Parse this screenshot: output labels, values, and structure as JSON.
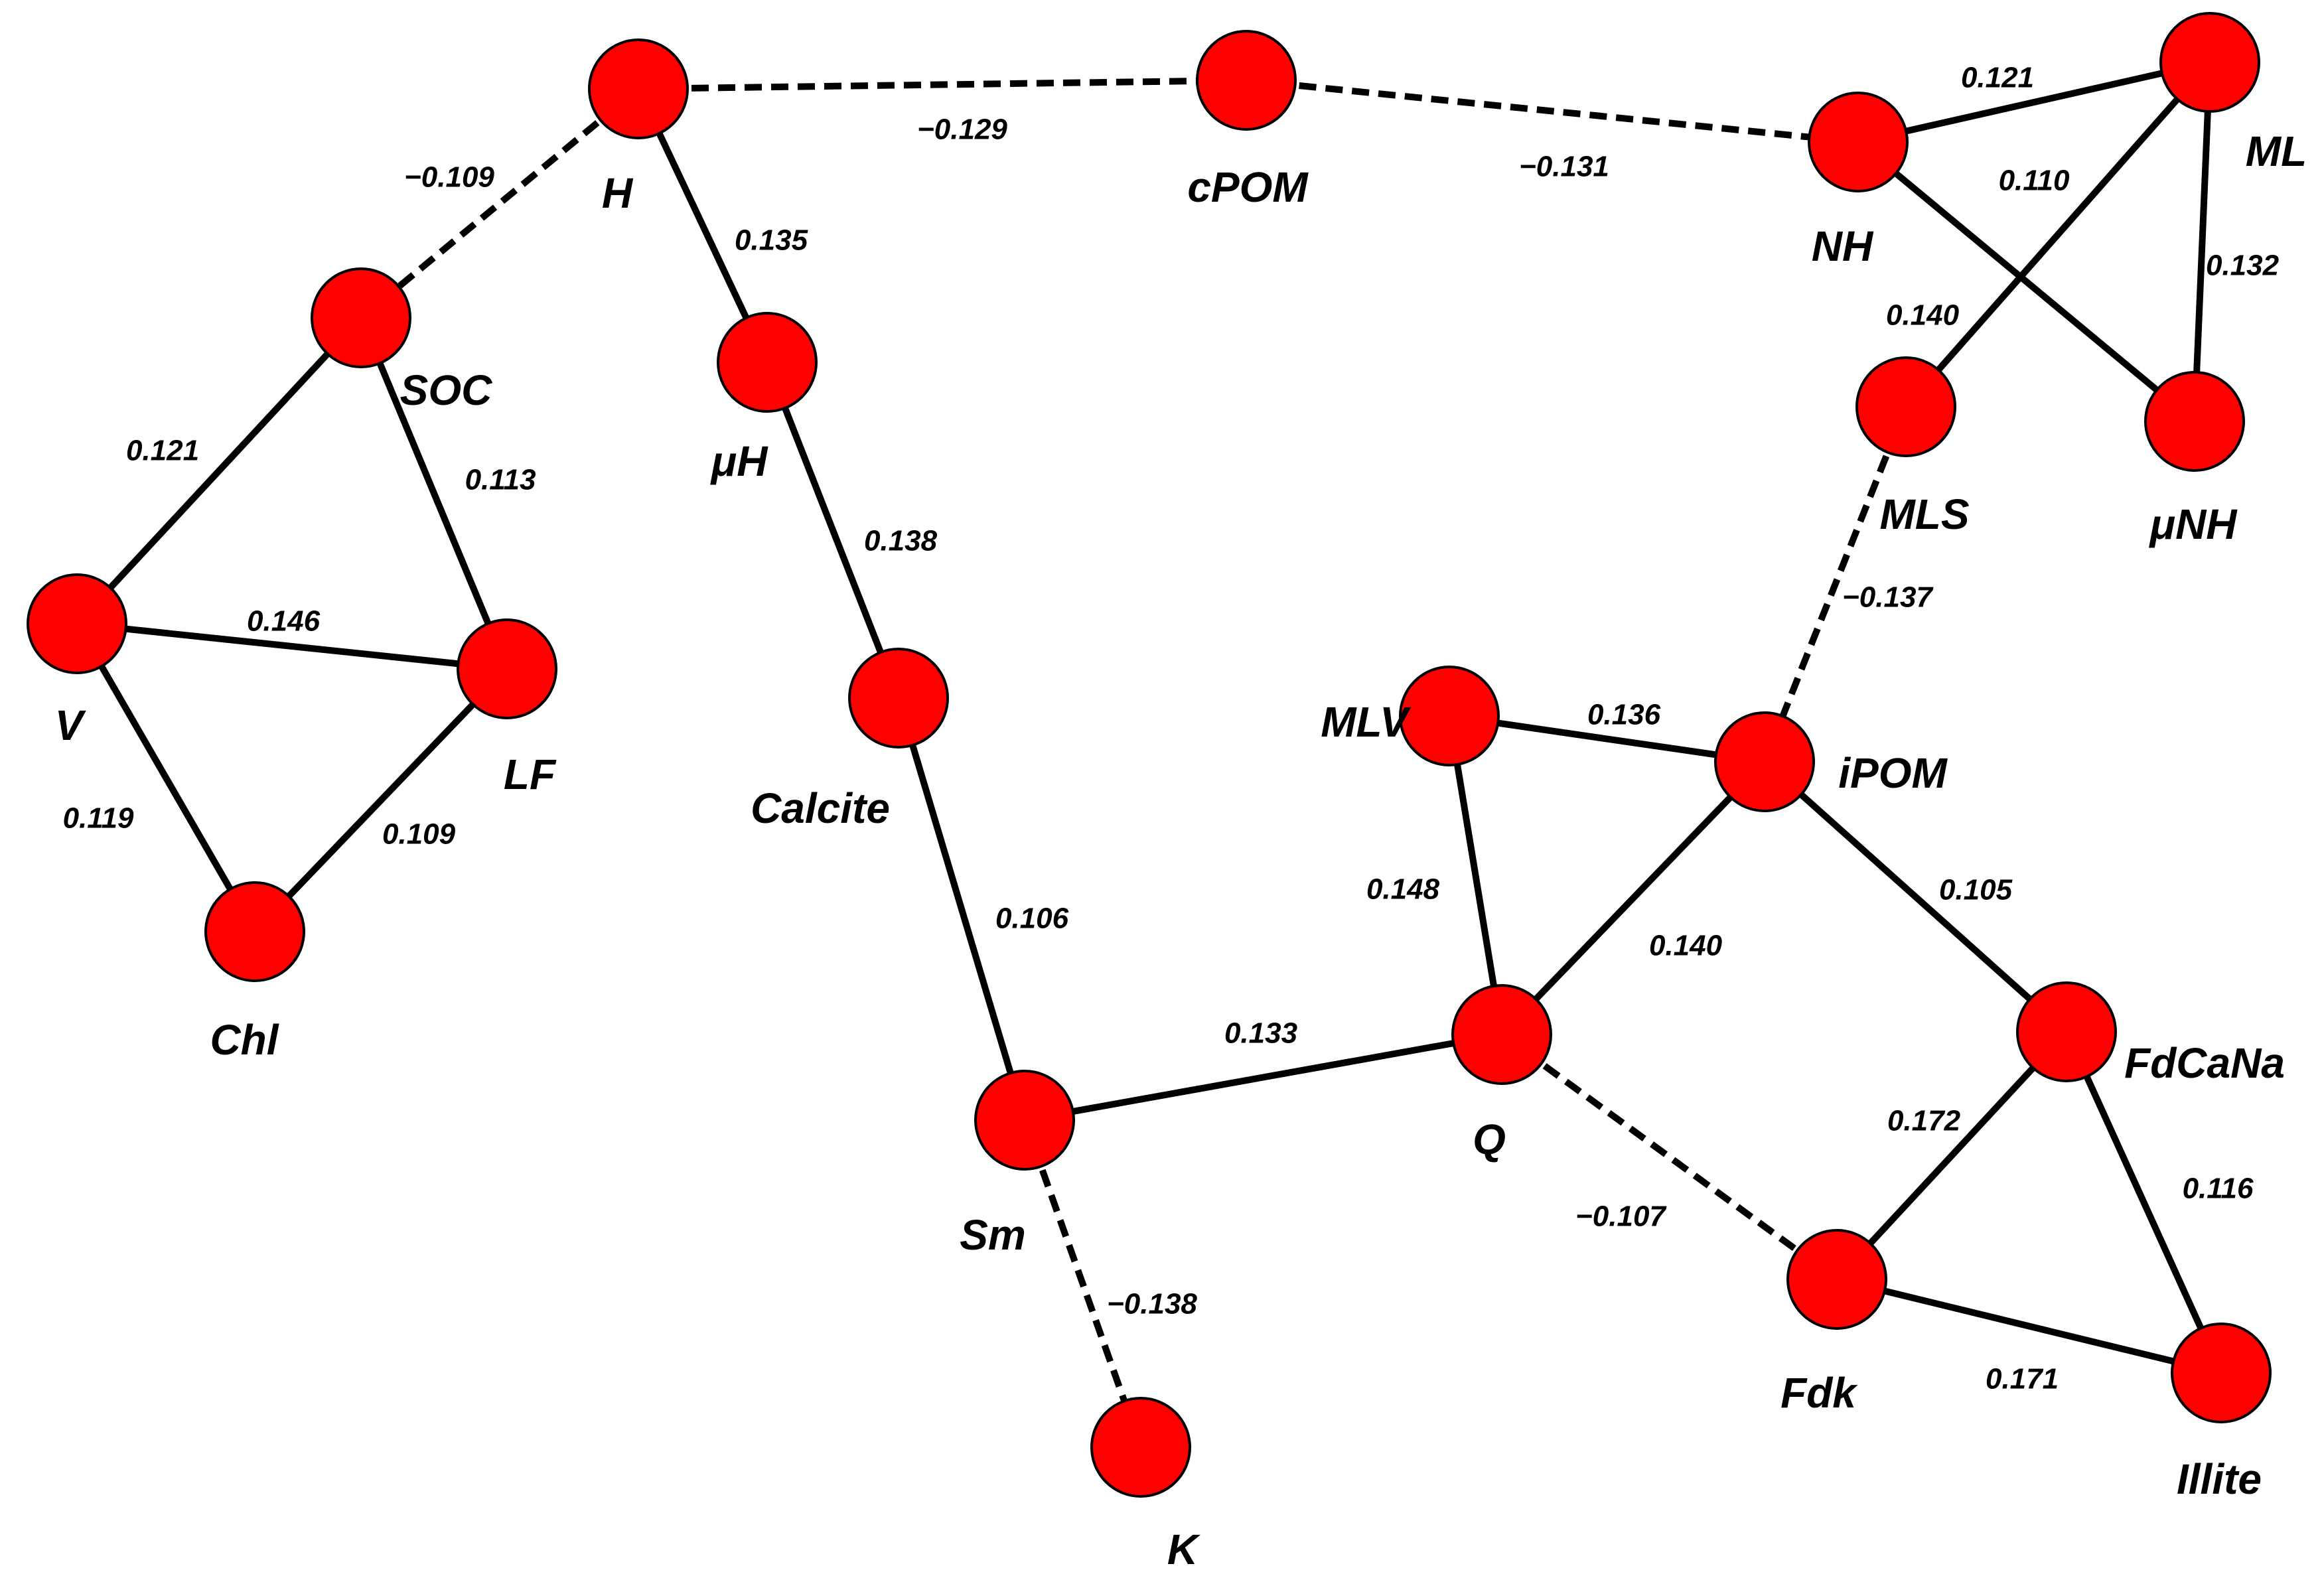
{
  "nodes": [
    {
      "id": "H",
      "label": "H"
    },
    {
      "id": "cPOM",
      "label": "cPOM"
    },
    {
      "id": "NH",
      "label": "NH"
    },
    {
      "id": "ML",
      "label": "ML"
    },
    {
      "id": "SOC",
      "label": "SOC"
    },
    {
      "id": "uH",
      "label": "μH"
    },
    {
      "id": "MLS",
      "label": "MLS"
    },
    {
      "id": "uNH",
      "label": "μNH"
    },
    {
      "id": "V",
      "label": "V"
    },
    {
      "id": "LF",
      "label": "LF"
    },
    {
      "id": "Calcite",
      "label": "Calcite"
    },
    {
      "id": "MLV",
      "label": "MLV"
    },
    {
      "id": "iPOM",
      "label": "iPOM"
    },
    {
      "id": "Chl",
      "label": "Chl"
    },
    {
      "id": "Q",
      "label": "Q"
    },
    {
      "id": "FdCaNa",
      "label": "FdCaNa"
    },
    {
      "id": "Sm",
      "label": "Sm"
    },
    {
      "id": "Fdk",
      "label": "Fdk"
    },
    {
      "id": "Illite",
      "label": "Illite"
    },
    {
      "id": "K",
      "label": "K"
    }
  ],
  "edges": [
    {
      "source": "H",
      "target": "cPOM",
      "weight": "−0.129",
      "sign": "negative"
    },
    {
      "source": "cPOM",
      "target": "NH",
      "weight": "−0.131",
      "sign": "negative"
    },
    {
      "source": "H",
      "target": "SOC",
      "weight": "−0.109",
      "sign": "negative"
    },
    {
      "source": "H",
      "target": "uH",
      "weight": "0.135",
      "sign": "positive"
    },
    {
      "source": "NH",
      "target": "ML",
      "weight": "0.121",
      "sign": "positive"
    },
    {
      "source": "NH",
      "target": "uNH",
      "weight": "0.110",
      "sign": "positive"
    },
    {
      "source": "ML",
      "target": "MLS",
      "weight": "0.140",
      "sign": "positive"
    },
    {
      "source": "ML",
      "target": "uNH",
      "weight": "0.132",
      "sign": "positive"
    },
    {
      "source": "SOC",
      "target": "V",
      "weight": "0.121",
      "sign": "positive"
    },
    {
      "source": "SOC",
      "target": "LF",
      "weight": "0.113",
      "sign": "positive"
    },
    {
      "source": "V",
      "target": "LF",
      "weight": "0.146",
      "sign": "positive"
    },
    {
      "source": "V",
      "target": "Chl",
      "weight": "0.119",
      "sign": "positive"
    },
    {
      "source": "LF",
      "target": "Chl",
      "weight": "0.109",
      "sign": "positive"
    },
    {
      "source": "uH",
      "target": "Calcite",
      "weight": "0.138",
      "sign": "positive"
    },
    {
      "source": "Calcite",
      "target": "Sm",
      "weight": "0.106",
      "sign": "positive"
    },
    {
      "source": "MLS",
      "target": "iPOM",
      "weight": "−0.137",
      "sign": "negative"
    },
    {
      "source": "MLV",
      "target": "iPOM",
      "weight": "0.136",
      "sign": "positive"
    },
    {
      "source": "MLV",
      "target": "Q",
      "weight": "0.148",
      "sign": "positive"
    },
    {
      "source": "iPOM",
      "target": "Q",
      "weight": "0.140",
      "sign": "positive"
    },
    {
      "source": "iPOM",
      "target": "FdCaNa",
      "weight": "0.105",
      "sign": "positive"
    },
    {
      "source": "Sm",
      "target": "Q",
      "weight": "0.133",
      "sign": "positive"
    },
    {
      "source": "Sm",
      "target": "K",
      "weight": "−0.138",
      "sign": "negative"
    },
    {
      "source": "Q",
      "target": "Fdk",
      "weight": "−0.107",
      "sign": "negative"
    },
    {
      "source": "FdCaNa",
      "target": "Fdk",
      "weight": "0.172",
      "sign": "positive"
    },
    {
      "source": "FdCaNa",
      "target": "Illite",
      "weight": "0.116",
      "sign": "positive"
    },
    {
      "source": "Fdk",
      "target": "Illite",
      "weight": "0.171",
      "sign": "positive"
    }
  ]
}
